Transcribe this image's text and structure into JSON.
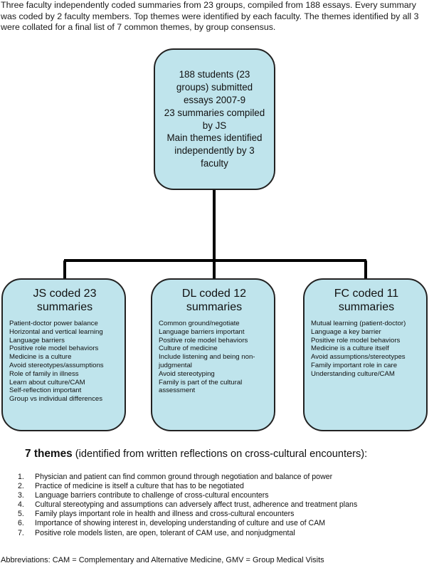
{
  "intro": "Three faculty independently coded summaries from 23 groups, compiled from 188 essays. Every summary was coded by 2 faculty members. Top themes were identified by each faculty. The themes identified by all 3 were collated for a final list of 7 common themes, by group consensus.",
  "top_box": {
    "lines": [
      "188 students (23",
      "groups) submitted",
      "essays 2007-9",
      "23 summaries compiled",
      "by JS",
      "Main themes identified",
      "independently by 3",
      "faculty"
    ]
  },
  "coders": [
    {
      "title_line1": "JS coded 23",
      "title_line2": "summaries",
      "items": [
        "Patient-doctor power balance",
        "Horizontal and vertical learning",
        "Language barriers",
        "Positive role model behaviors",
        "Medicine is a culture",
        "Avoid stereotypes/assumptions",
        "Role of family in illness",
        "Learn about culture/CAM",
        "Self-reflection important",
        "Group vs individual differences"
      ]
    },
    {
      "title_line1": "DL coded 12",
      "title_line2": "summaries",
      "items": [
        "Common ground/negotiate",
        "Language barriers important",
        "Positive role model behaviors",
        "Culture of medicine",
        "Include listening and being non-judgmental",
        "Avoid stereotyping",
        "Family is part of the cultural assessment"
      ]
    },
    {
      "title_line1": "FC coded 11",
      "title_line2": "summaries",
      "items": [
        "Mutual learning (patient-doctor)",
        "Language a key barrier",
        "Positive role model behaviors",
        "Medicine is a culture itself",
        "Avoid assumptions/stereotypes",
        "Family important role in care",
        "Understanding culture/CAM"
      ]
    }
  ],
  "themes": {
    "heading_bold": "7 themes",
    "heading_rest": " (identified from written reflections on cross-cultural encounters):",
    "items": [
      {
        "num": "1.",
        "text": "Physician and patient can find common ground through negotiation and balance of power"
      },
      {
        "num": "2.",
        "text": "Practice of medicine is itself a culture that has to be negotiated"
      },
      {
        "num": "3.",
        "text": "Language barriers contribute to challenge of cross-cultural encounters"
      },
      {
        "num": "4.",
        "text": "Cultural stereotyping and assumptions can adversely affect trust, adherence and treatment plans"
      },
      {
        "num": "5.",
        "text": "Family plays important role in health and illness and cross-cultural encounters"
      },
      {
        "num": "6.",
        "text": "Importance of showing interest in, developing understanding of culture and use of CAM"
      },
      {
        "num": "7.",
        "text": "Positive role models listen, are open, tolerant of CAM use, and nonjudgmental"
      }
    ]
  },
  "abbreviations": "Abbreviations: CAM = Complementary and Alternative Medicine, GMV = Group Medical Visits",
  "colors": {
    "box_fill": "#bfe4ec",
    "box_border": "#222222",
    "connector": "#000000"
  }
}
